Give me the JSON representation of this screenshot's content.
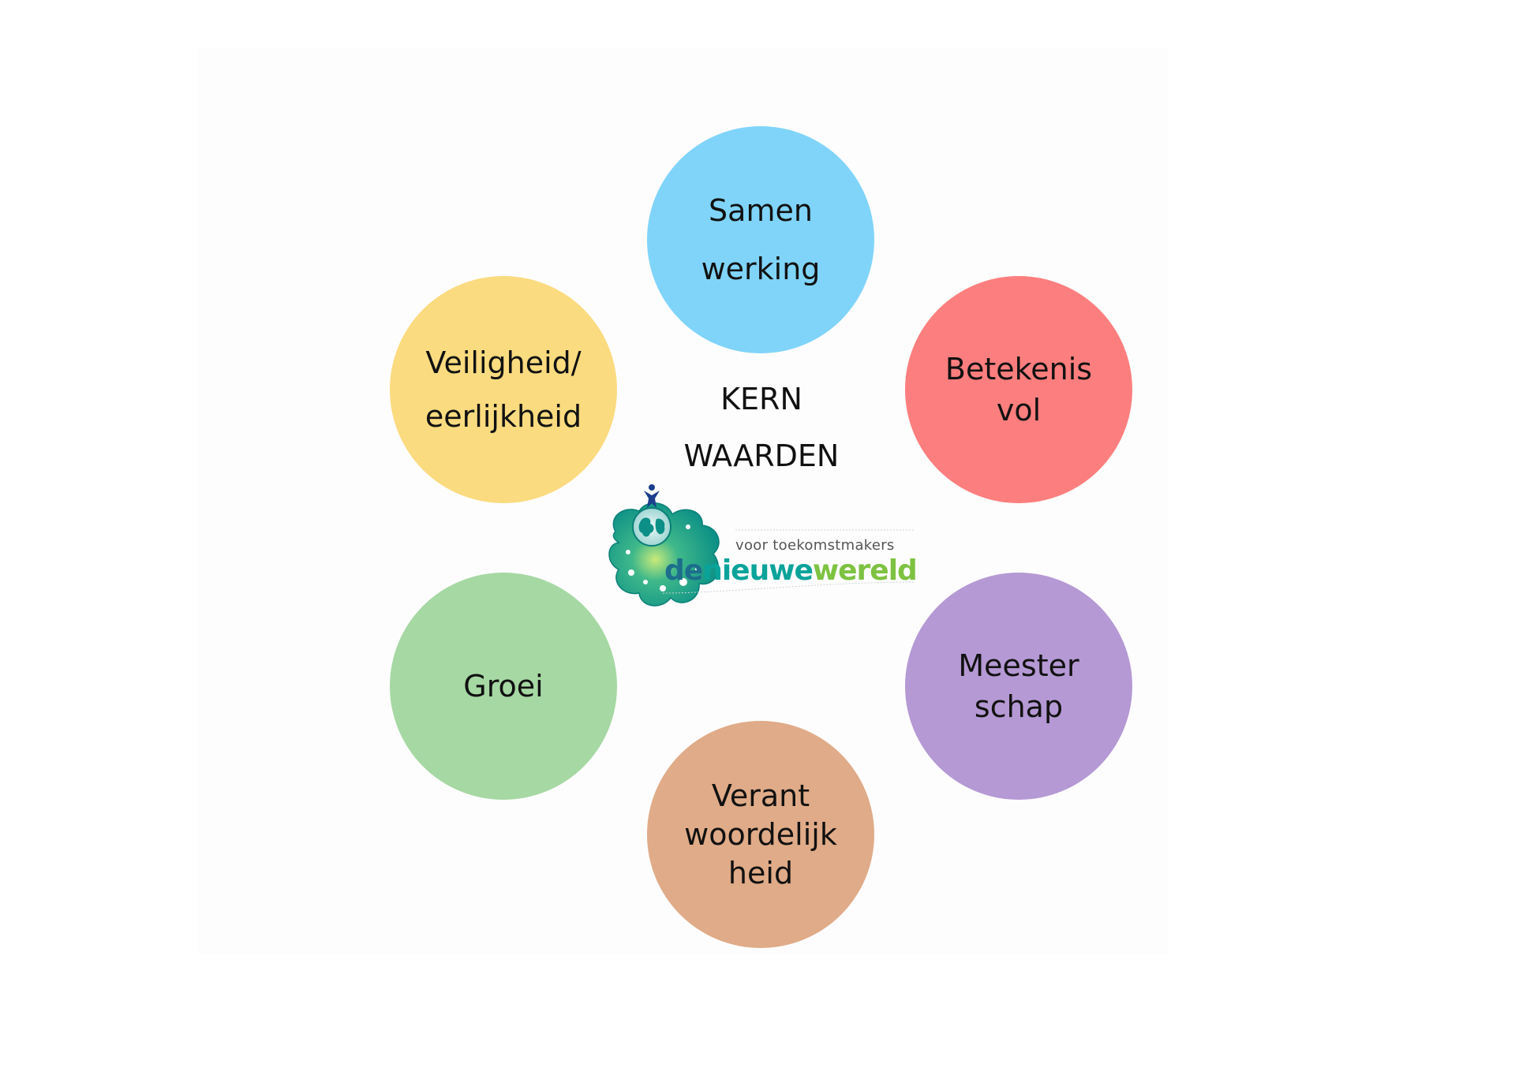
{
  "center": {
    "line1": "KERN",
    "line2": "WAARDEN"
  },
  "values": {
    "samenwerking": {
      "line1": "Samen",
      "line2": "werking",
      "color": "#80d4fa"
    },
    "betekenisvol": {
      "line1": "Betekenis",
      "line2": "vol",
      "color": "#fd7e7e"
    },
    "veiligheid": {
      "line1": "Veiligheid/",
      "line2": "eerlijkheid",
      "color": "#fbdb80"
    },
    "groei": {
      "line1": "Groei",
      "color": "#a6d8a3"
    },
    "meesterschap": {
      "line1": "Meester",
      "line2": "schap",
      "color": "#b599d4"
    },
    "verantwoordelijkheid": {
      "line1": "Verant",
      "line2": "woordelijk",
      "line3": "heid",
      "color": "#e0ab88"
    }
  },
  "logo": {
    "tagline": "voor toekomstmakers",
    "word1": "de",
    "word2": "nieuwe",
    "word3": "wereld",
    "icon": "globe-blob-logo-icon"
  }
}
